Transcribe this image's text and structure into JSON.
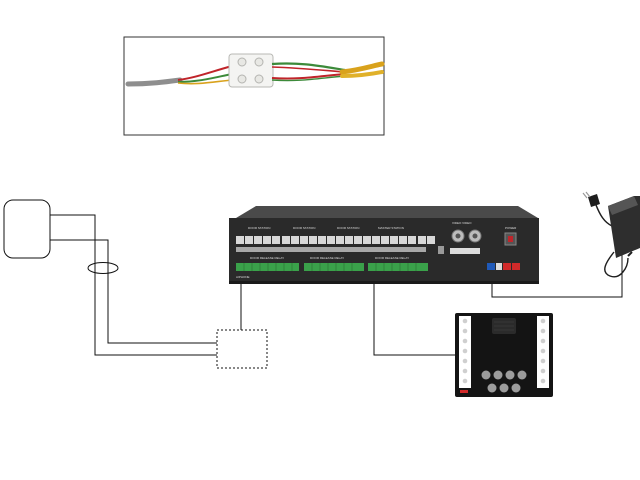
{
  "controller": {
    "group_labels": [
      "DOOR STATION",
      "DOOR STATION",
      "DOOR STATION",
      "MASTER STATION"
    ],
    "relay_labels": [
      "DOOR RELEASE RELAY",
      "DOOR RELEASE RELAY",
      "DOOR RELEASE RELAY"
    ],
    "video_label": "VIDEO  VIDEO",
    "power_label": "POWER",
    "brand": "AIPHONE"
  },
  "colors": {
    "wire": "#111111",
    "chassis": "#2a2a2a",
    "terminal_green": "#3aa14a",
    "terminal_red": "#d22a2a",
    "terminal_blue": "#1f59b8",
    "wire_red": "#c0242a",
    "wire_green": "#3c8a3a",
    "wire_yellow": "#d9a21c"
  }
}
